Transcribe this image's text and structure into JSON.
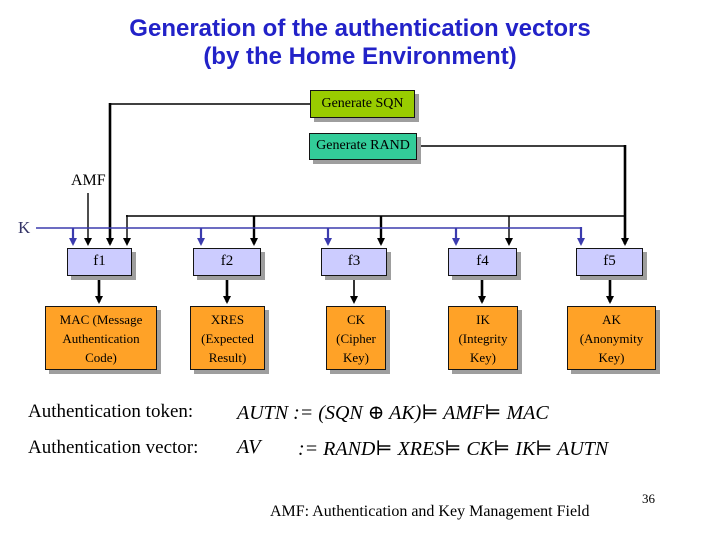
{
  "title": {
    "line1": "Generation of the authentication vectors",
    "line2": "(by the Home Environment)"
  },
  "diagram": {
    "generate_sqn_label": "Generate SQN",
    "generate_rand_label": "Generate RAND",
    "amf_label": "AMF",
    "k_label": "K",
    "functions": [
      {
        "label": "f1",
        "output": "MAC (Message Authentication Code)"
      },
      {
        "label": "f2",
        "output": "XRES (Expected Result)"
      },
      {
        "label": "f3",
        "output": "CK (Cipher Key)"
      },
      {
        "label": "f4",
        "output": "IK (Integrity Key)"
      },
      {
        "label": "f5",
        "output": "AK (Anonymity Key)"
      }
    ],
    "colors": {
      "title_text": "#2222C8",
      "sqn_box": "#99CC00",
      "rand_box": "#33CC99",
      "function_box": "#CCCCFF",
      "output_box": "#FFA227",
      "k_line": "#3B3BAE",
      "black_line": "#000000",
      "box_shadow": "#9E9E9E"
    }
  },
  "formulas": {
    "token": {
      "label": "Authentication token:",
      "formula": "AUTN := (SQN ⊕ AK)⊨ AMF⊨ MAC"
    },
    "vector": {
      "label": "Authentication vector:",
      "variable": "AV",
      "formula": ":= RAND⊨ XRES⊨ CK⊨ IK⊨ AUTN"
    }
  },
  "footer": {
    "note": "AMF: Authentication and Key Management Field",
    "page_number": "36"
  }
}
